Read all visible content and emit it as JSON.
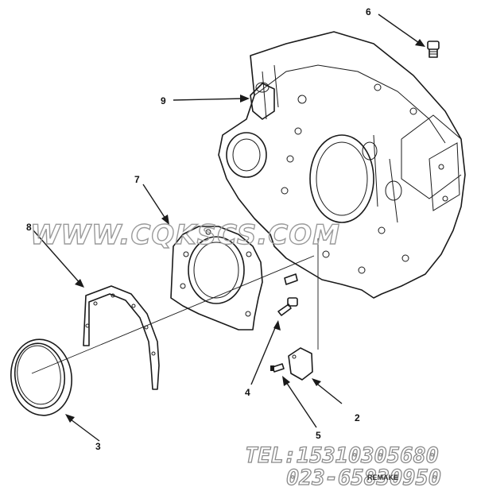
{
  "diagram": {
    "callouts": [
      {
        "id": "c1",
        "number": "2"
      },
      {
        "id": "c2",
        "number": "3"
      },
      {
        "id": "c3",
        "number": "4"
      },
      {
        "id": "c4",
        "number": "5"
      },
      {
        "id": "c5",
        "number": "6"
      },
      {
        "id": "c6",
        "number": "7"
      },
      {
        "id": "c7",
        "number": "8"
      },
      {
        "id": "c8",
        "number": "9"
      }
    ],
    "stamp_label": "REMAKE"
  },
  "watermark": {
    "url": "WWW.CQKSCS.COM",
    "phone": "TEL:15310305680",
    "phone2": "023-65830950"
  },
  "colors": {
    "line": "#1a1a1a",
    "watermark": "#9a9a9a",
    "background": "#ffffff"
  }
}
